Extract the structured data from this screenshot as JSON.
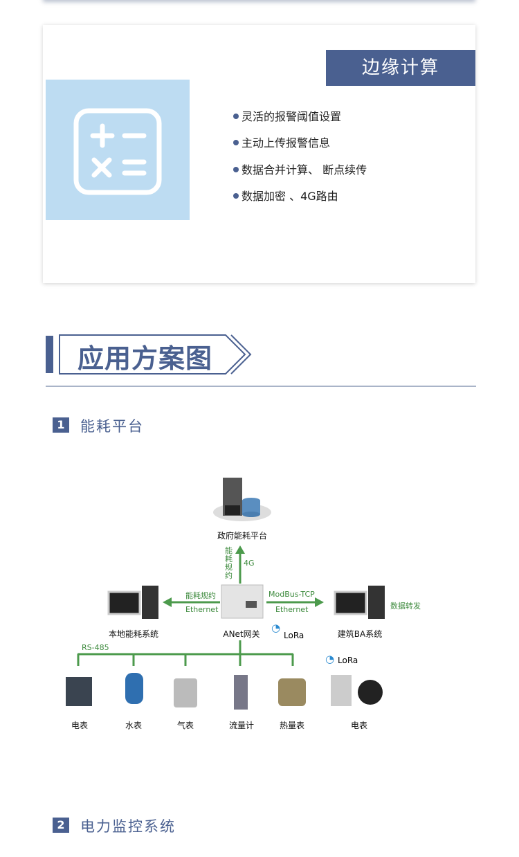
{
  "edge_card": {
    "title": "边缘计算",
    "features": [
      "灵活的报警阈值设置",
      "主动上传报警信息",
      "数据合并计算、 断点续传",
      "数据加密 、4G路由"
    ]
  },
  "section": {
    "title": "应用方案图"
  },
  "subsections": [
    {
      "num": "1",
      "title": "能耗平台"
    },
    {
      "num": "2",
      "title": "电力监控系统"
    }
  ],
  "diagram": {
    "gov_platform": "政府能耗平台",
    "up_protocol": "能耗规约",
    "up_link": "4G",
    "gateway": "ANet网关",
    "lora": "LoRa",
    "local_system": "本地能耗系统",
    "left_protocol": "能耗规约",
    "left_link": "Ethernet",
    "ba_system": "建筑BA系统",
    "right_protocol": "ModBus-TCP",
    "right_link": "Ethernet",
    "forward": "数据转发",
    "bus": "RS-485",
    "devices": [
      "电表",
      "水表",
      "气表",
      "流量计",
      "热量表",
      "电表"
    ],
    "lora2": "LoRa"
  },
  "colors": {
    "brand": "#4a6090",
    "line": "#4c9a4c",
    "icon_bg": "#bddcf2"
  }
}
